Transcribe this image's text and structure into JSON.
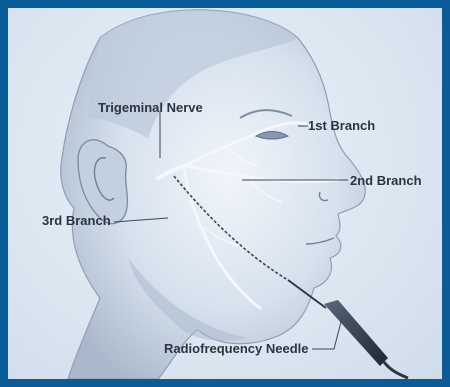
{
  "title": "",
  "colors": {
    "frame": "#0a5b98",
    "skin_shadow": "#7d8fa6",
    "nerve": "#f4f7fb",
    "needle": "#2b3440"
  },
  "labels": {
    "trigeminal_nerve": "Trigeminal Nerve",
    "branch1": "1st Branch",
    "branch2": "2nd Branch",
    "branch3": "3rd Branch",
    "needle": "Radiofrequency Needle"
  }
}
